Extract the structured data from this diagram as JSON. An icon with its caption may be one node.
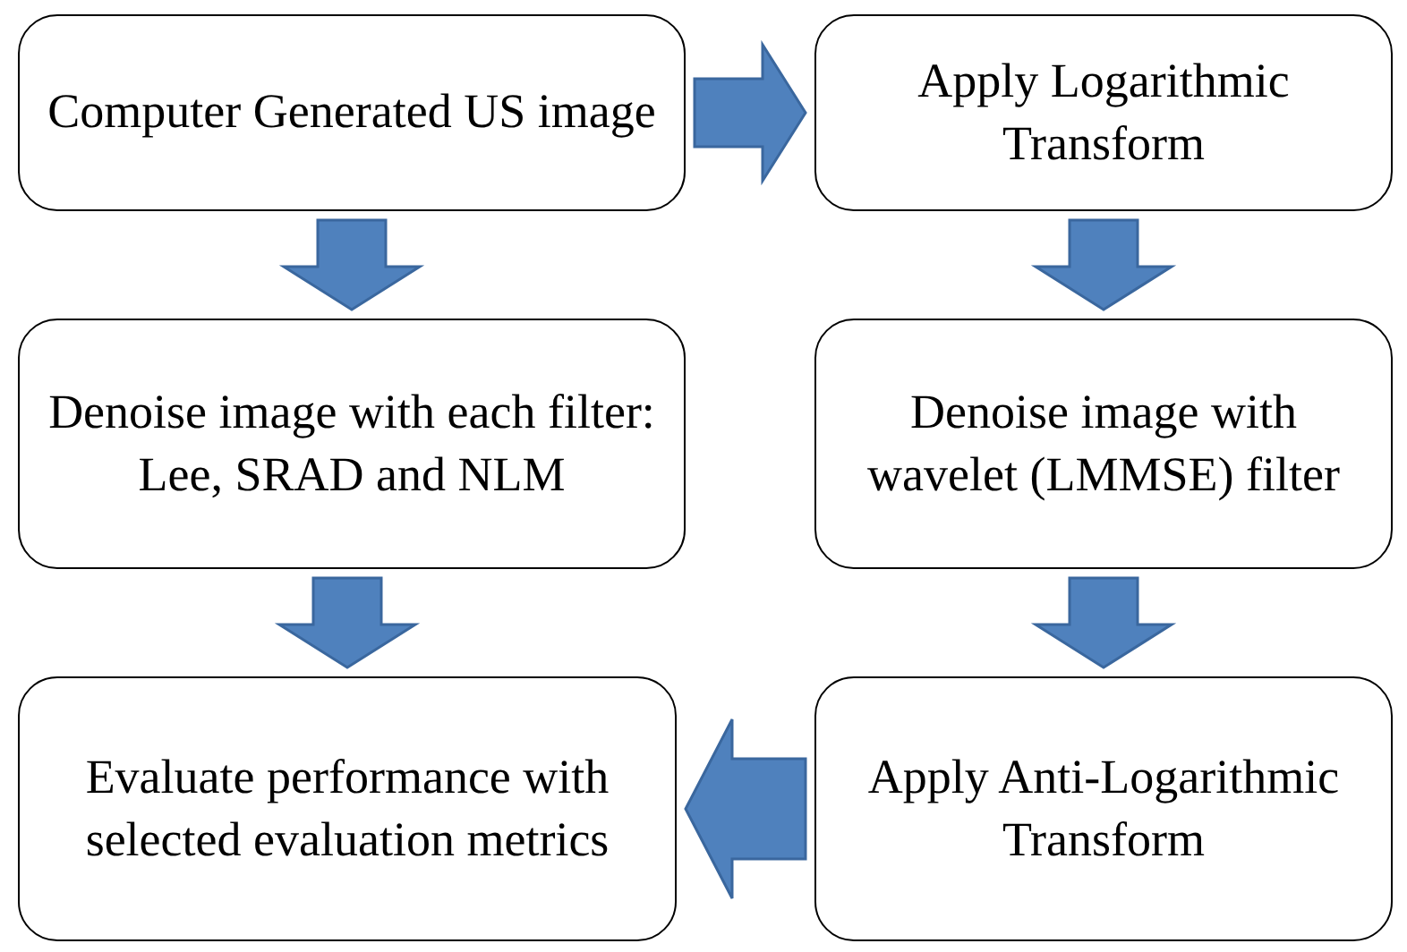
{
  "diagram": {
    "nodes": [
      {
        "text": [
          "Computer Generated US image"
        ]
      },
      {
        "text": [
          "Apply Logarithmic Transform"
        ]
      },
      {
        "text": [
          "Denoise image with each filter: Lee, SRAD and NLM"
        ]
      },
      {
        "text": [
          "Denoise image with wavelet (LMMSE) filter"
        ]
      },
      {
        "text": [
          "Evaluate performance with selected evaluation metrics"
        ]
      },
      {
        "text": [
          "Apply Anti-Logarithmic Transform"
        ]
      }
    ],
    "edges": [
      {
        "from": 0,
        "to": 1,
        "arrow": "to"
      },
      {
        "from": 0,
        "to": 2,
        "arrow": "to"
      },
      {
        "from": 1,
        "to": 3,
        "arrow": "to"
      },
      {
        "from": 2,
        "to": 4,
        "arrow": "to"
      },
      {
        "from": 3,
        "to": 5,
        "arrow": "to"
      },
      {
        "from": 5,
        "to": 4,
        "arrow": "to"
      }
    ]
  }
}
